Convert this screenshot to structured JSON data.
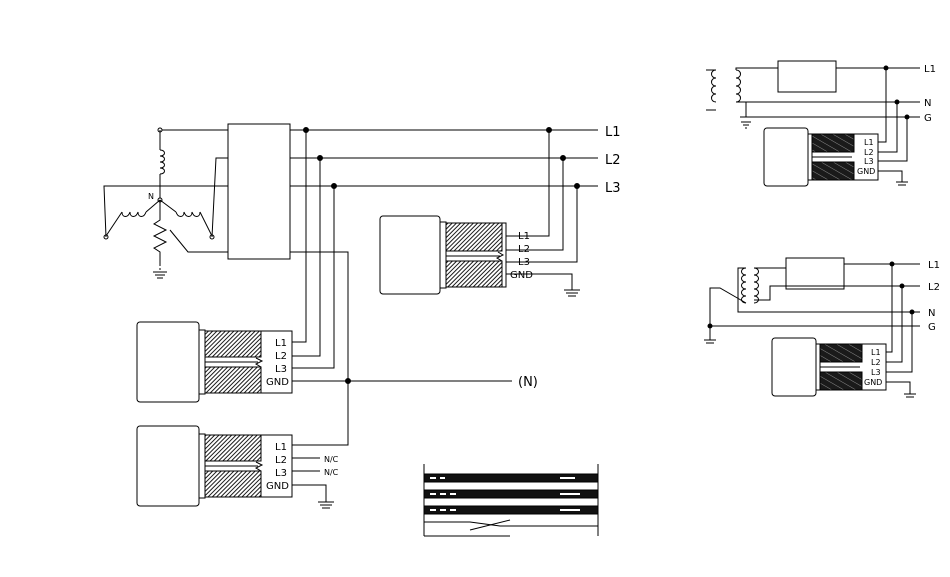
{
  "main": {
    "lines": [
      "L1",
      "L2",
      "L3"
    ],
    "neutral_node": "N",
    "device_terminals": [
      "L1",
      "L2",
      "L3",
      "GND"
    ],
    "neutral_tag": "(N)",
    "not_connected": "N/C"
  },
  "top_right": {
    "lines": [
      "L1",
      "N",
      "G"
    ],
    "terminals": [
      "L1",
      "L2",
      "L3",
      "GND"
    ]
  },
  "bottom_right": {
    "lines": [
      "L1",
      "L2",
      "N",
      "G"
    ],
    "terminals": [
      "L1",
      "L2",
      "L3",
      "GND"
    ]
  },
  "colors": {
    "ink": "#000000",
    "background": "#ffffff",
    "hatch": "#3a3a3a"
  }
}
